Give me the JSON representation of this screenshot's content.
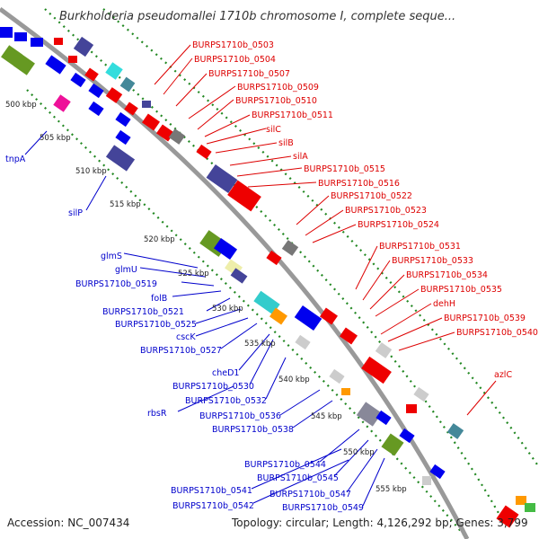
{
  "title": "Burkholderia pseudomallei 1710b chromosome I, complete seque...",
  "footer": {
    "accession": "Accession: NC_007434",
    "summary": "Topology: circular; Length: 4,126,292 bp; Genes: 3,799"
  },
  "colors": {
    "forward_label": "#dd0000",
    "reverse_label": "#0000cc",
    "backbone": "#999999",
    "dotted_track": "#228822"
  },
  "ticks": [
    "500 kbp",
    "505 kbp",
    "510 kbp",
    "515 kbp",
    "520 kbp",
    "525 kbp",
    "530 kbp",
    "535 kbp",
    "540 kbp",
    "545 kbp",
    "550 kbp",
    "555 kbp"
  ],
  "forward_labels": [
    "BURPS1710b_0503",
    "BURPS1710b_0504",
    "BURPS1710b_0507",
    "BURPS1710b_0509",
    "BURPS1710b_0510",
    "BURPS1710b_0511",
    "silC",
    "silB",
    "silA",
    "BURPS1710b_0515",
    "BURPS1710b_0516",
    "BURPS1710b_0522",
    "BURPS1710b_0523",
    "BURPS1710b_0524",
    "BURPS1710b_0531",
    "BURPS1710b_0533",
    "BURPS1710b_0534",
    "BURPS1710b_0535",
    "dehH",
    "BURPS1710b_0539",
    "BURPS1710b_0540",
    "azlC"
  ],
  "reverse_labels": [
    "tnpA",
    "silP",
    "glmS",
    "glmU",
    "BURPS1710b_0519",
    "folB",
    "BURPS1710b_0521",
    "BURPS1710b_0525",
    "cscK",
    "BURPS1710b_0527",
    "cheD1",
    "BURPS1710b_0530",
    "BURPS1710b_0532",
    "rbsR",
    "BURPS1710b_0536",
    "BURPS1710b_0538",
    "BURPS1710b_0544",
    "BURPS1710b_0545",
    "BURPS1710b_0541",
    "BURPS1710b_0547",
    "BURPS1710b_0542",
    "BURPS1710b_0549"
  ]
}
